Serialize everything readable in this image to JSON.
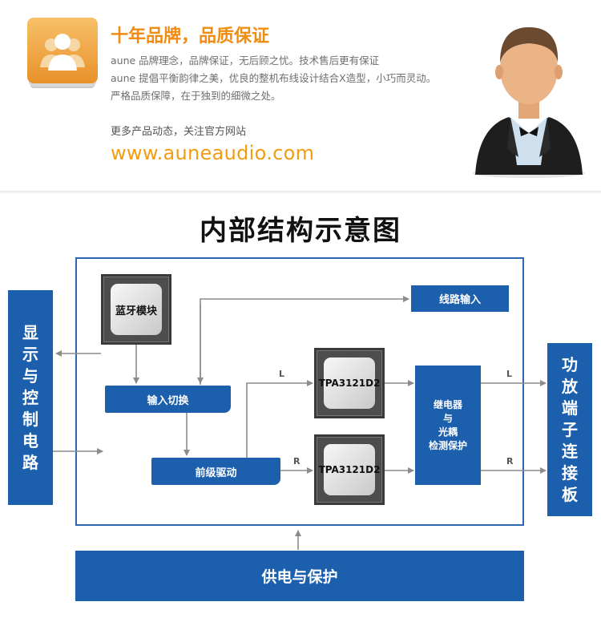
{
  "header": {
    "headline": "十年品牌，品质保证",
    "lines": [
      "aune 品牌理念，品牌保证，无后顾之忧。技术售后更有保证",
      "aune 提倡平衡韵律之美，优良的整机布线设计结合X造型，小巧而灵动。",
      "严格品质保障，在于独到的细微之处。"
    ],
    "more": "更多产品动态，关注官方网站",
    "url": "www.auneaudio.com"
  },
  "diagram": {
    "title": "内部结构示意图",
    "left_panel": [
      "显",
      "示",
      "与",
      "控",
      "制",
      "电",
      "路"
    ],
    "right_panel": [
      "功",
      "放",
      "端",
      "子",
      "连",
      "接",
      "板"
    ],
    "bluetooth": "蓝牙模块",
    "line_input": "线路输入",
    "input_switch": "输入切换",
    "pre_driver": "前级驱动",
    "chip_top": "TPA3121D2",
    "chip_bottom": "TPA3121D2",
    "relay": [
      "继电器",
      "与",
      "光耦",
      "检测保护"
    ],
    "power": "供电与保护",
    "label_L": "L",
    "label_R": "R",
    "label_out_L": "L",
    "label_out_R": "R"
  },
  "colors": {
    "accent_orange": "#f08c12",
    "block_blue": "#1b5fad",
    "wire_gray": "#8c8c8c"
  }
}
